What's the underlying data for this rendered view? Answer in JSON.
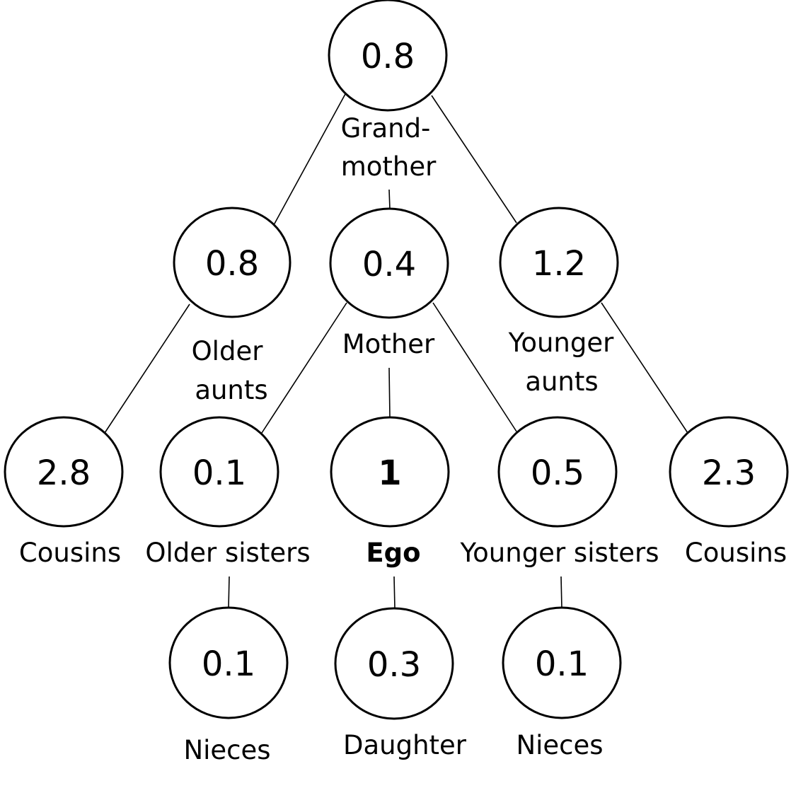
{
  "nodes": {
    "grandmother": {
      "value": "0.8",
      "label_1": "Grand-",
      "label_2": "mother"
    },
    "older_aunts": {
      "value": "0.8",
      "label_1": "Older",
      "label_2": "aunts"
    },
    "mother": {
      "value": "0.4",
      "label_1": "Mother"
    },
    "younger_aunts": {
      "value": "1.2",
      "label_1": "Younger",
      "label_2": "aunts"
    },
    "cousins_left": {
      "value": "2.8",
      "label_1": "Cousins"
    },
    "older_sisters": {
      "value": "0.1",
      "label_1": "Older sisters"
    },
    "ego": {
      "value": "1",
      "label_1": "Ego"
    },
    "younger_sisters": {
      "value": "0.5",
      "label_1": "Younger sisters"
    },
    "cousins_right": {
      "value": "2.3",
      "label_1": "Cousins"
    },
    "nieces_left": {
      "value": "0.1",
      "label_1": "Nieces"
    },
    "daughter": {
      "value": "0.3",
      "label_1": "Daughter"
    },
    "nieces_right": {
      "value": "0.1",
      "label_1": "Nieces"
    }
  }
}
